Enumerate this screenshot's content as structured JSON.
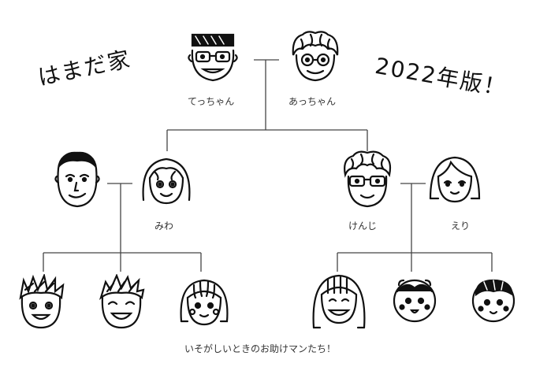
{
  "title_left": "はまだ家",
  "title_right": "2022年版！",
  "caption": "いそがしいときのお助けマンたち！",
  "members": {
    "grandpa": "てっちゃん",
    "grandma": "あっちゃん",
    "daughter": "みわ",
    "son": "けんじ",
    "daughter_in_law": "えり"
  },
  "colors": {
    "ink": "#111111",
    "line": "#444444",
    "background": "#ffffff"
  }
}
